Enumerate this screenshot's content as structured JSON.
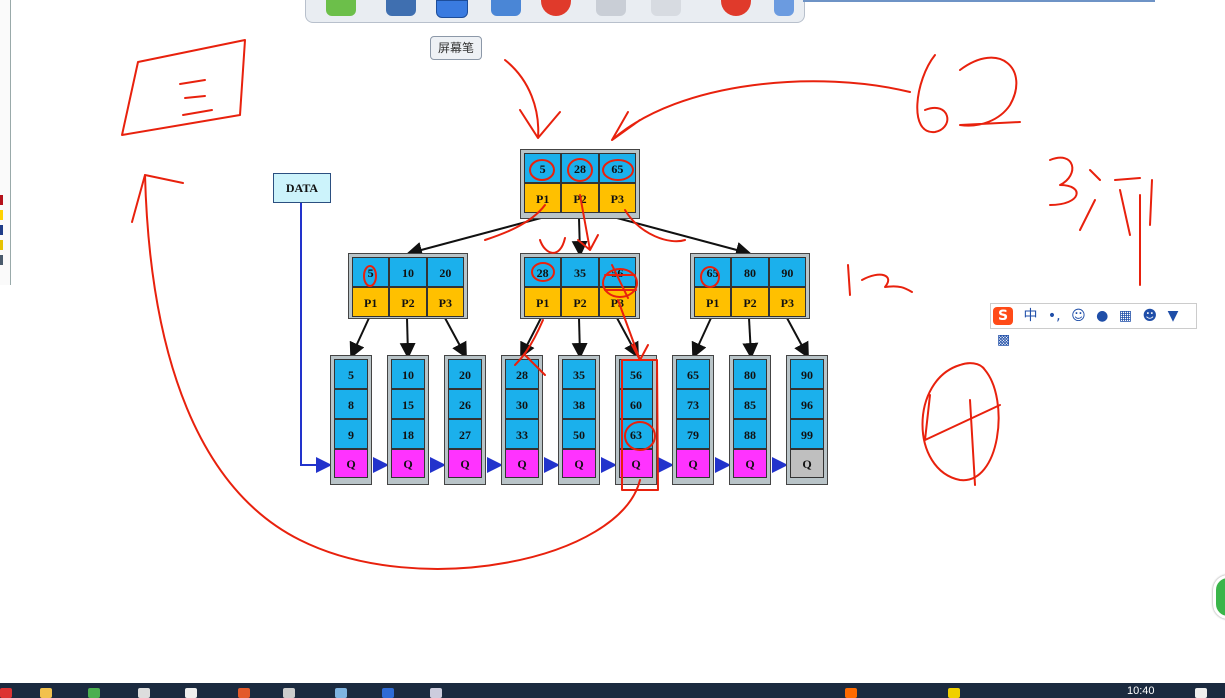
{
  "toolbar": {
    "tooltip": "屏幕笔"
  },
  "diagram": {
    "data_label": "DATA",
    "root": {
      "keys": [
        "5",
        "28",
        "65"
      ],
      "pointers": [
        "P1",
        "P2",
        "P3"
      ]
    },
    "mid": [
      {
        "keys": [
          "5",
          "10",
          "20"
        ],
        "pointers": [
          "P1",
          "P2",
          "P3"
        ]
      },
      {
        "keys": [
          "28",
          "35",
          "56"
        ],
        "pointers": [
          "P1",
          "P2",
          "P3"
        ]
      },
      {
        "keys": [
          "65",
          "80",
          "90"
        ],
        "pointers": [
          "P1",
          "P2",
          "P3"
        ]
      }
    ],
    "leaves": [
      {
        "keys": [
          "5",
          "8",
          "9"
        ],
        "q": "Q"
      },
      {
        "keys": [
          "10",
          "15",
          "18"
        ],
        "q": "Q"
      },
      {
        "keys": [
          "20",
          "26",
          "27"
        ],
        "q": "Q"
      },
      {
        "keys": [
          "28",
          "30",
          "33"
        ],
        "q": "Q"
      },
      {
        "keys": [
          "35",
          "38",
          "50"
        ],
        "q": "Q"
      },
      {
        "keys": [
          "56",
          "60",
          "63"
        ],
        "q": "Q"
      },
      {
        "keys": [
          "65",
          "73",
          "79"
        ],
        "q": "Q"
      },
      {
        "keys": [
          "80",
          "85",
          "88"
        ],
        "q": "Q"
      },
      {
        "keys": [
          "90",
          "96",
          "99"
        ],
        "q": "Q"
      }
    ]
  },
  "ime_bar": {
    "logo": "S",
    "mode": "中",
    "punct": "•,",
    "icons": [
      "emoji-icon",
      "mic-icon",
      "keyboard-icon",
      "user-icon",
      "shirt-icon",
      "grid-icon"
    ]
  },
  "taskbar": {
    "time": "10:40"
  },
  "colors": {
    "key_cell": "#1bb0ec",
    "pointer_cell": "#ffc000",
    "q_cell": "#ff33ff",
    "pen": "#e8210d",
    "data_box": "#ccf3fb"
  }
}
